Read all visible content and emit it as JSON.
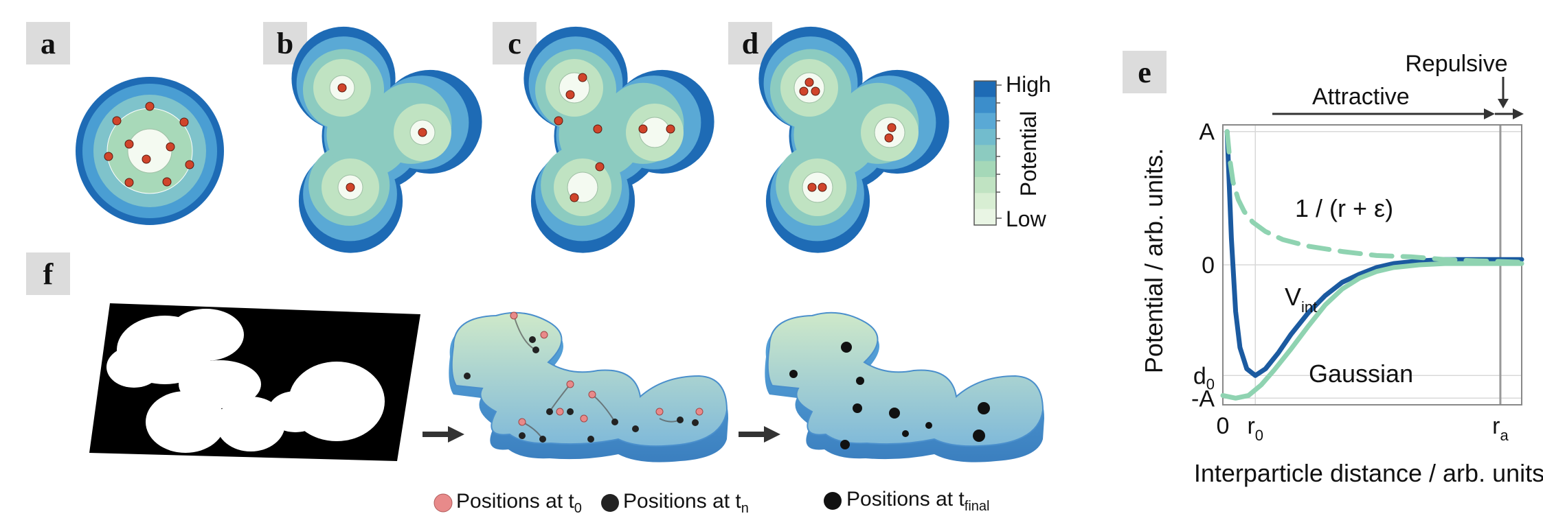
{
  "panels": {
    "a": "a",
    "b": "b",
    "c": "c",
    "d": "d",
    "e": "e",
    "f": "f"
  },
  "colorbar": {
    "high": "High",
    "low": "Low",
    "title": "Potential",
    "colors": [
      "#1e6bb5",
      "#3c8ecb",
      "#5aa9d5",
      "#72bccd",
      "#8ccbc0",
      "#a5d8b8",
      "#c0e3c2",
      "#d8eed3",
      "#e9f5e4"
    ]
  },
  "particle_color": "#d0452b",
  "chart_data": {
    "type": "line",
    "title": "",
    "xlabel": "Interparticle distance / arb. units.",
    "ylabel": "Potential / arb. units.",
    "x_ticks": [
      "0",
      "r",
      "r"
    ],
    "x_tick_subs": [
      "",
      "0",
      "a"
    ],
    "y_ticks": [
      "A",
      "0",
      "d",
      "-A"
    ],
    "y_tick_subs": [
      "",
      "",
      "0",
      ""
    ],
    "annotations": {
      "attractive": "Attractive",
      "repulsive": "Repulsive"
    },
    "series": [
      {
        "name": "V",
        "name_sub": "int",
        "color": "#1b5aa0",
        "style": "solid",
        "x": [
          0.05,
          0.1,
          0.15,
          0.2,
          0.28,
          0.38,
          0.5,
          0.65,
          0.8,
          1.0,
          1.2,
          1.4,
          1.6,
          1.8,
          2.0,
          2.3,
          2.6,
          2.9,
          3.2,
          3.5
        ],
        "y": [
          1.0,
          0.2,
          -0.35,
          -0.62,
          -0.78,
          -0.83,
          -0.78,
          -0.66,
          -0.52,
          -0.36,
          -0.23,
          -0.13,
          -0.07,
          -0.02,
          0.01,
          0.03,
          0.04,
          0.04,
          0.04,
          0.04
        ]
      },
      {
        "name": "Gaussian",
        "color": "#8fd3b1",
        "style": "solid",
        "x": [
          0.0,
          0.15,
          0.3,
          0.45,
          0.6,
          0.8,
          1.0,
          1.2,
          1.4,
          1.6,
          1.8,
          2.0,
          2.3,
          2.6,
          2.9,
          3.2,
          3.5
        ],
        "y": [
          -0.98,
          -1.0,
          -0.98,
          -0.9,
          -0.79,
          -0.63,
          -0.46,
          -0.3,
          -0.18,
          -0.1,
          -0.05,
          -0.02,
          0.0,
          0.01,
          0.01,
          0.01,
          0.01
        ]
      },
      {
        "name": "1 / (r + ε)",
        "color": "#8fd3b1",
        "style": "dashed",
        "x": [
          0.05,
          0.08,
          0.12,
          0.18,
          0.25,
          0.35,
          0.5,
          0.7,
          1.0,
          1.4,
          1.8,
          2.2,
          2.6,
          3.0,
          3.5
        ],
        "y": [
          1.0,
          0.8,
          0.62,
          0.49,
          0.4,
          0.32,
          0.25,
          0.19,
          0.14,
          0.1,
          0.07,
          0.06,
          0.04,
          0.03,
          0.02
        ]
      }
    ],
    "xlim": [
      0,
      3.5
    ],
    "ylim": [
      -1.05,
      1.05
    ],
    "grid": true
  },
  "panel_f": {
    "legend": [
      {
        "label": "Positions at t",
        "sub": "0",
        "color": "#e88a8a"
      },
      {
        "label": "Positions at t",
        "sub": "n",
        "color": "#222222"
      },
      {
        "label": "Positions at t",
        "sub": "final",
        "color": "#111111"
      }
    ]
  }
}
